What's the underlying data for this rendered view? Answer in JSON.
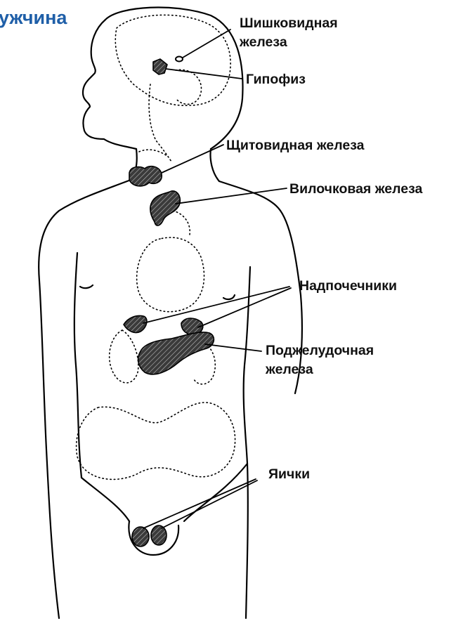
{
  "title": "ужчина",
  "colors": {
    "title": "#1f5fa8",
    "label": "#111111",
    "outline": "#000000",
    "organ_fill": "#3a3a3a"
  },
  "labels": {
    "pineal": {
      "line1": "Шишковидная",
      "line2": "железа"
    },
    "pituitary": "Гипофиз",
    "thyroid": "Щитовидная железа",
    "thymus": "Вилочковая железа",
    "adrenals": "Надпочечники",
    "pancreas": {
      "line1": "Поджелудочная",
      "line2": "железа"
    },
    "testes": "Яички"
  }
}
